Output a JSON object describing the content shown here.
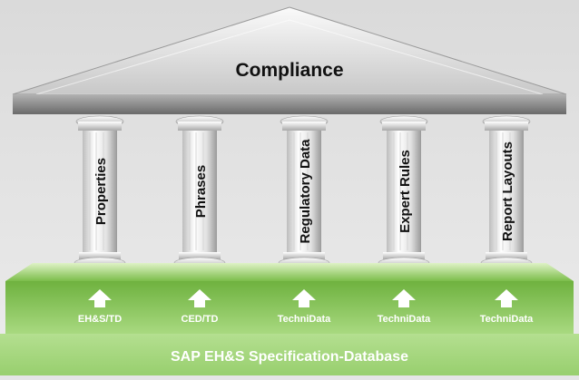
{
  "title": "Compliance",
  "pillars": [
    {
      "label": "Properties",
      "source": "EH&S/TD"
    },
    {
      "label": "Phrases",
      "source": "CED/TD"
    },
    {
      "label": "Regulatory Data",
      "source": "TechniData"
    },
    {
      "label": "Expert Rules",
      "source": "TechniData"
    },
    {
      "label": "Report Layouts",
      "source": "TechniData"
    }
  ],
  "database_label": "SAP EH&S Specification-Database",
  "colors": {
    "background": "#e5e5e5",
    "roof_light": "#f4f4f4",
    "roof_dark": "#8f8f8f",
    "pillar_light": "#ffffff",
    "pillar_dark": "#9c9c9c",
    "grass_light": "#b6df8a",
    "grass_dark": "#6dae3c",
    "base_band": "#8fca62",
    "bottom_band": "#a5d77c",
    "text": "#111111",
    "arrow": "#ffffff"
  },
  "icons": {
    "arrow": "up-arrow-icon"
  }
}
